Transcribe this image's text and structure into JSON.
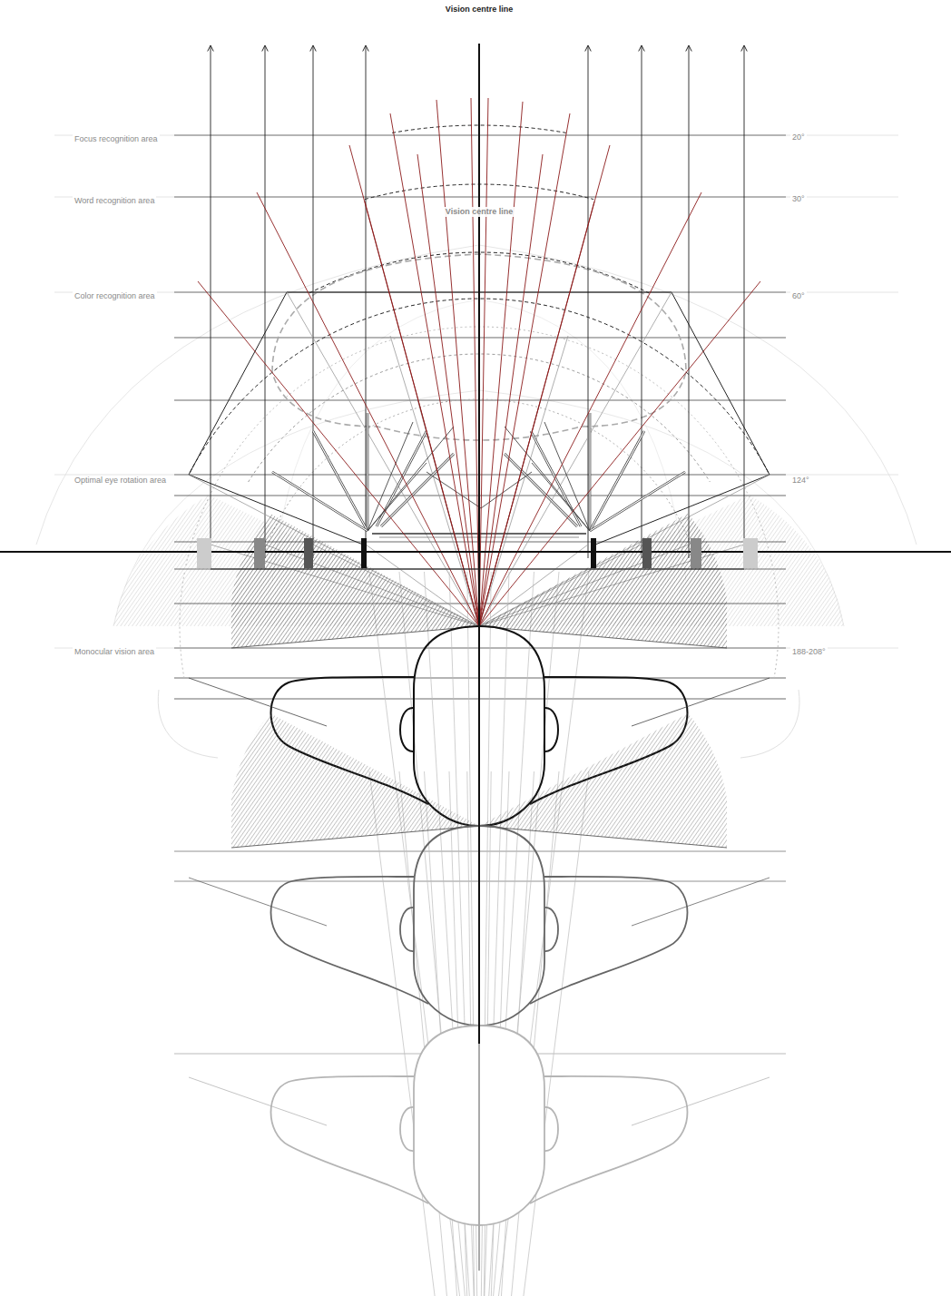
{
  "diagram": {
    "title": "Vision centre line",
    "labels": [
      "Focus recognition area",
      "20°",
      "Word recognition area",
      "30°",
      "Vision centre line",
      "Color recognition area",
      "60°",
      "Optimal eye rotation area",
      "124°",
      "Monocular vision area",
      "188-208°"
    ]
  }
}
